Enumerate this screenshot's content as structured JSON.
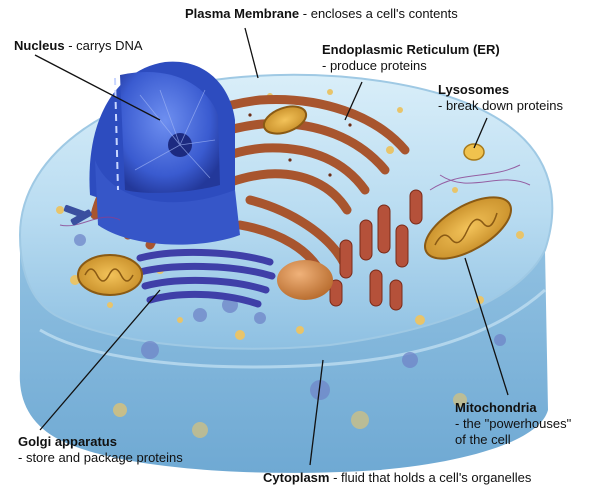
{
  "labels": {
    "plasma_membrane": {
      "name": "Plasma Membrane",
      "desc": " - encloses a cell's contents"
    },
    "nucleus": {
      "name": "Nucleus",
      "desc": " - carrys DNA"
    },
    "er": {
      "name": "Endoplasmic Reticulum (ER)",
      "desc": "- produce proteins"
    },
    "lysosomes": {
      "name": "Lysosomes",
      "desc": "- break down proteins"
    },
    "mitochondria": {
      "name": "Mitochondria",
      "desc1": "- the \"powerhouses\"",
      "desc2": "of the cell"
    },
    "golgi": {
      "name": "Golgi apparatus",
      "desc": "- store and package proteins"
    },
    "cytoplasm": {
      "name": "Cytoplasm",
      "desc": " - fluid that holds a cell's organelles"
    }
  }
}
